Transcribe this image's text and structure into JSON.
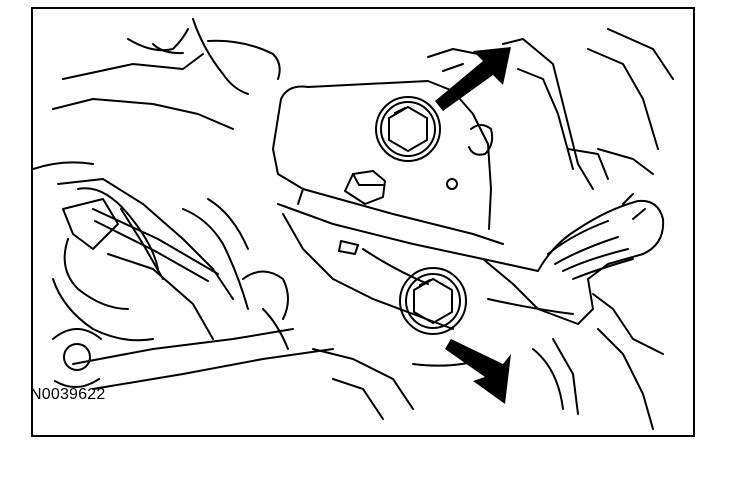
{
  "figure": {
    "id_label": "N0039622"
  },
  "colors": {
    "line": "#000000",
    "background": "#ffffff"
  },
  "callouts": [
    {
      "name": "arrow-upper",
      "points_to": "upper-bolt"
    },
    {
      "name": "arrow-lower",
      "points_to": "lower-bolt"
    }
  ]
}
